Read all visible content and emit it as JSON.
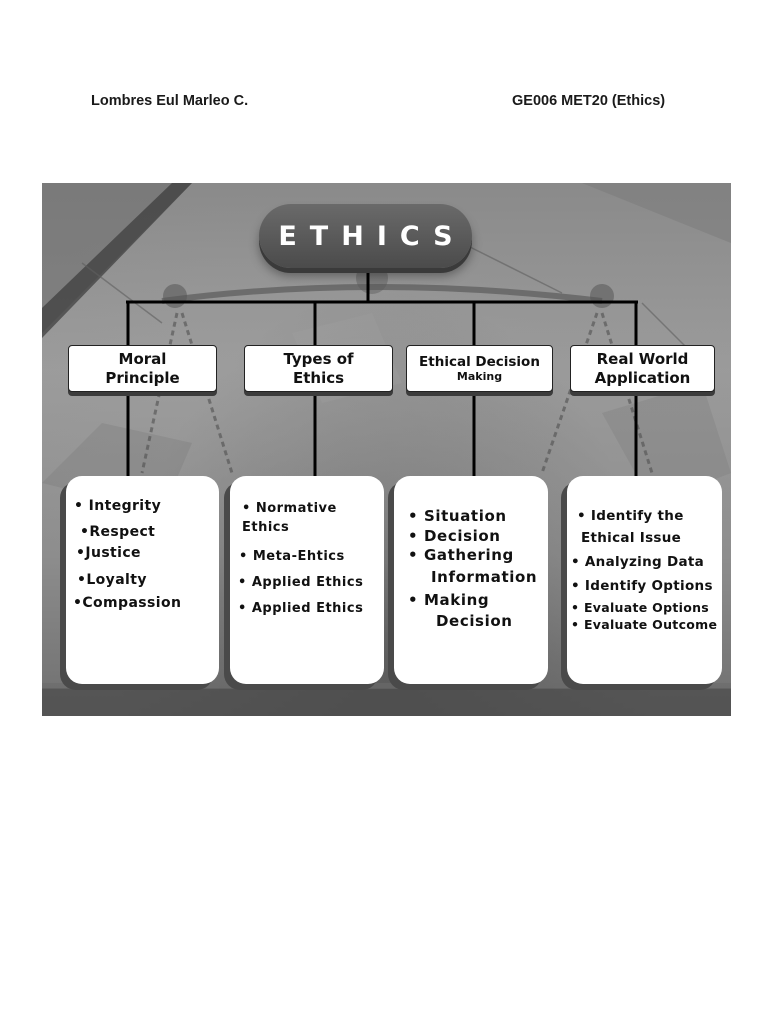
{
  "header": {
    "name": "Lombres Eul Marleo C.",
    "course": "GE006 MET20 (Ethics)"
  },
  "diagram": {
    "title": "ETHICS",
    "categories": [
      {
        "line1": "Moral",
        "line2": "Principle"
      },
      {
        "line1": "Types of",
        "line2": "Ethics"
      },
      {
        "line1": "Ethical Decision",
        "line2": "Making"
      },
      {
        "line1": "Real World",
        "line2": "Application"
      }
    ],
    "cards": [
      {
        "items": [
          "• Integrity",
          "•Respect",
          "•Justice",
          "•Loyalty",
          "•Compassion"
        ]
      },
      {
        "items": [
          "•  Normative",
          "Ethics",
          "• Meta-Ehtics",
          "•  Applied Ethics",
          "•  Applied Ethics"
        ]
      },
      {
        "items": [
          "•   Situation",
          "•    Decision",
          "•   Gathering",
          "Information",
          "•    Making",
          "Decision"
        ]
      },
      {
        "items": [
          "•   Identify the",
          "Ethical Issue",
          "• Analyzing Data",
          "• Identify Options",
          "•   Evaluate Options",
          "•   Evaluate Outcome"
        ]
      }
    ]
  },
  "colors": {
    "pill": "#555555",
    "connector": "#000000",
    "card": "#ffffff",
    "background": "#8f8f8f"
  }
}
